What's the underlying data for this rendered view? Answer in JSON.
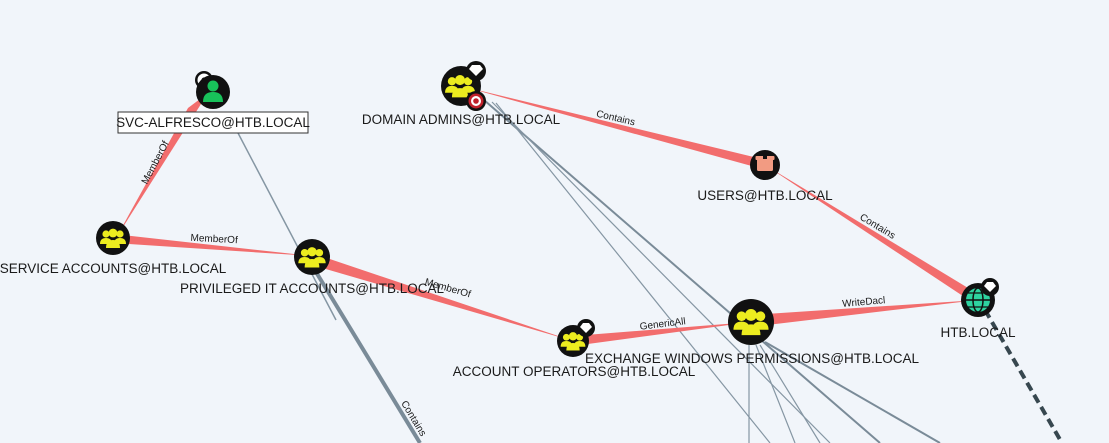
{
  "colors": {
    "background": "#f1f5fa",
    "path_edge": "#f26d6d",
    "gray_edge": "#7a8b98",
    "group_icon": "#ecec1f",
    "user_icon": "#18c25a",
    "domain_icon": "#2ed3a0",
    "ou_icon": "#f29b82",
    "target": "#c0202a"
  },
  "nodes": {
    "svc_alfresco": {
      "label": "SVC-ALFRESCO@HTB.LOCAL",
      "type": "user",
      "icon": "user-icon"
    },
    "domain_admins": {
      "label": "DOMAIN ADMINS@HTB.LOCAL",
      "type": "group",
      "icon": "group-icon"
    },
    "users": {
      "label": "USERS@HTB.LOCAL",
      "type": "container",
      "icon": "container-icon"
    },
    "service_accounts": {
      "label": "SERVICE ACCOUNTS@HTB.LOCAL",
      "type": "group",
      "icon": "group-icon"
    },
    "privileged_it": {
      "label": "PRIVILEGED IT ACCOUNTS@HTB.LOCAL",
      "type": "group",
      "icon": "group-icon"
    },
    "account_operators": {
      "label": "ACCOUNT OPERATORS@HTB.LOCAL",
      "type": "group",
      "icon": "group-icon"
    },
    "exchange_windows_permissions": {
      "label": "EXCHANGE WINDOWS PERMISSIONS@HTB.LOCAL",
      "type": "group",
      "icon": "group-icon"
    },
    "htb_local": {
      "label": "HTB.LOCAL",
      "type": "domain",
      "icon": "globe-icon"
    }
  },
  "edges": {
    "memberof_1": "MemberOf",
    "memberof_2": "MemberOf",
    "memberof_3": "MemberOf",
    "contains_1": "Contains",
    "contains_2": "Contains",
    "contains_3": "Contains",
    "genericall": "GenericAll",
    "writedacl": "WriteDacl"
  }
}
